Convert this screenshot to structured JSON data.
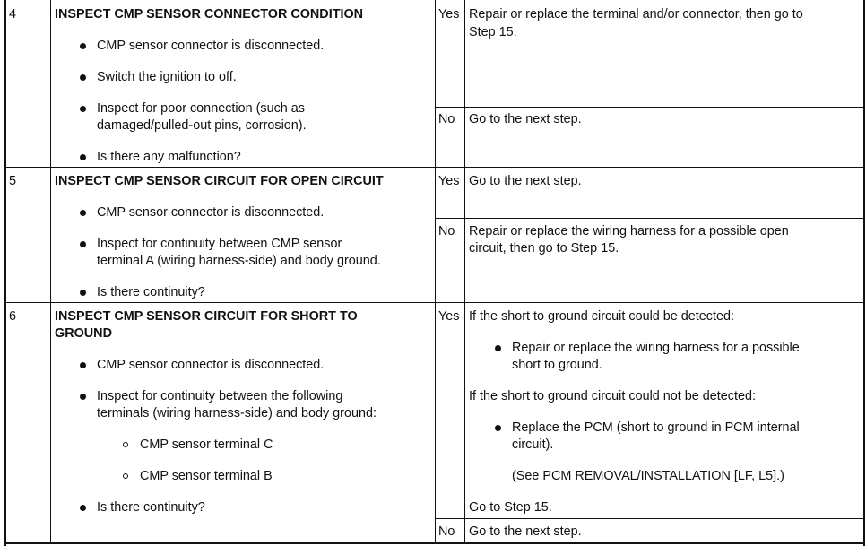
{
  "rows": [
    {
      "step": "4",
      "title": "INSPECT CMP SENSOR CONNECTOR CONDITION",
      "actions": [
        "CMP sensor connector is disconnected.",
        "Switch the ignition to off.",
        "Inspect for poor connection (such as",
        "damaged/pulled-out pins, corrosion).",
        "Is there any malfunction?"
      ],
      "yes_label": "Yes",
      "yes_text": [
        "Repair or replace the terminal and/or connector, then go to",
        "Step 15."
      ],
      "no_label": "No",
      "no_text": [
        "Go to the next step."
      ]
    },
    {
      "step": "5",
      "title": "INSPECT CMP SENSOR CIRCUIT FOR OPEN CIRCUIT",
      "actions": [
        "CMP sensor connector is disconnected.",
        "Inspect for continuity between CMP sensor",
        "terminal A (wiring harness-side) and body ground.",
        "Is there continuity?"
      ],
      "yes_label": "Yes",
      "yes_text": [
        "Go to the next step."
      ],
      "no_label": "No",
      "no_text": [
        "Repair or replace the wiring harness for a possible open",
        "circuit, then go to Step 15."
      ]
    },
    {
      "step": "6",
      "title": [
        "INSPECT CMP SENSOR CIRCUIT FOR SHORT TO",
        "GROUND"
      ],
      "actions": [
        "CMP sensor connector is disconnected.",
        "Inspect for continuity between the following",
        "terminals (wiring harness-side) and body ground:",
        "CMP sensor terminal C",
        "CMP sensor terminal B",
        "Is there continuity?"
      ],
      "yes_label": "Yes",
      "yes_text": [
        "If the short to ground circuit could be detected:",
        "Repair or replace the wiring harness for a possible",
        "short to ground.",
        "If the short to ground circuit could not be detected:",
        "Replace the PCM (short to ground in PCM internal",
        "circuit).",
        "(See PCM REMOVAL/INSTALLATION [LF, L5].)",
        "Go to Step 15."
      ],
      "no_label": "No",
      "no_text": [
        "Go to the next step."
      ]
    }
  ]
}
